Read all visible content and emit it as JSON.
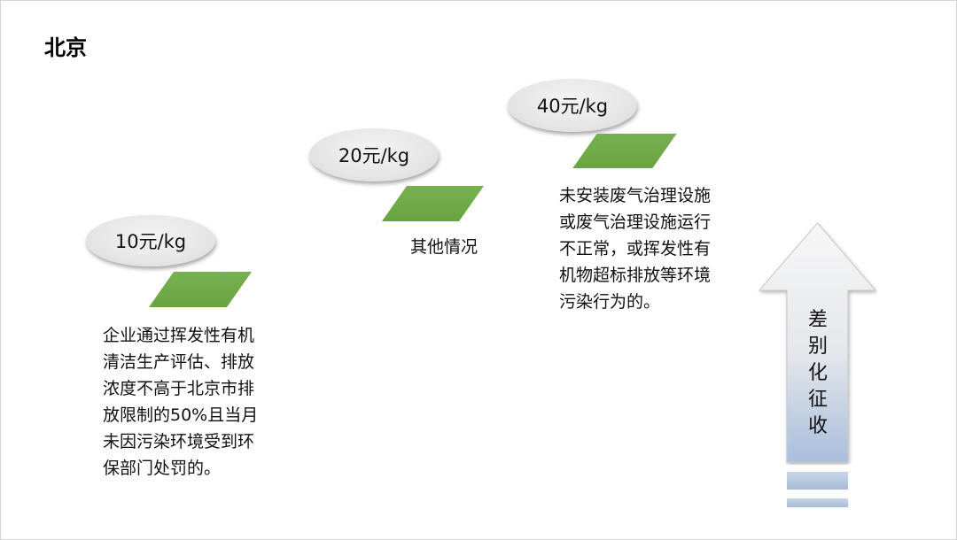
{
  "title": "北京",
  "tiers": [
    {
      "price": "10元/kg",
      "description": "企业通过挥发性有机\n清洁生产评估、排放\n浓度不高于北京市排\n放限制的50%且当月\n未因污染环境受到环\n保部门处罚的。"
    },
    {
      "price": "20元/kg",
      "description": "其他情况"
    },
    {
      "price": "40元/kg",
      "description": "未安装废气治理设施\n或废气治理设施运行\n不正常，或挥发性有\n机物超标排放等环境\n污染行为的。"
    }
  ],
  "arrow": {
    "label": "差\n别\n化\n征\n收"
  },
  "colors": {
    "step": "#70AD47",
    "ellipse": "#E7E7E7",
    "arrow_bottom": "#A7BCD8"
  }
}
